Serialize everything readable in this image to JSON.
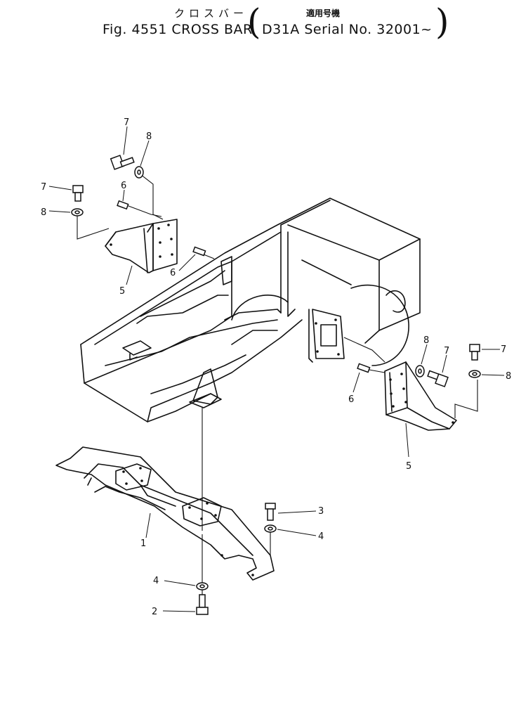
{
  "header": {
    "title_jp": "クロスバー",
    "applicability_jp": "適用号機",
    "figure_title": "Fig. 4551 CROSS BAR",
    "serial_range": "D31A Serial No. 32001~"
  },
  "callouts": [
    {
      "name": "callout-7-top",
      "label": "7"
    },
    {
      "name": "callout-8-top",
      "label": "8"
    },
    {
      "name": "callout-6-top",
      "label": "6"
    },
    {
      "name": "callout-7-left",
      "label": "7"
    },
    {
      "name": "callout-8-left",
      "label": "8"
    },
    {
      "name": "callout-6-mid",
      "label": "6"
    },
    {
      "name": "callout-5-left",
      "label": "5"
    },
    {
      "name": "callout-8-right",
      "label": "8"
    },
    {
      "name": "callout-7-right",
      "label": "7"
    },
    {
      "name": "callout-7-far-right",
      "label": "7"
    },
    {
      "name": "callout-8-far-right",
      "label": "8"
    },
    {
      "name": "callout-6-right",
      "label": "6"
    },
    {
      "name": "callout-5-right",
      "label": "5"
    },
    {
      "name": "callout-1",
      "label": "1"
    },
    {
      "name": "callout-3",
      "label": "3"
    },
    {
      "name": "callout-4-right",
      "label": "4"
    },
    {
      "name": "callout-4-left",
      "label": "4"
    },
    {
      "name": "callout-2",
      "label": "2"
    }
  ]
}
